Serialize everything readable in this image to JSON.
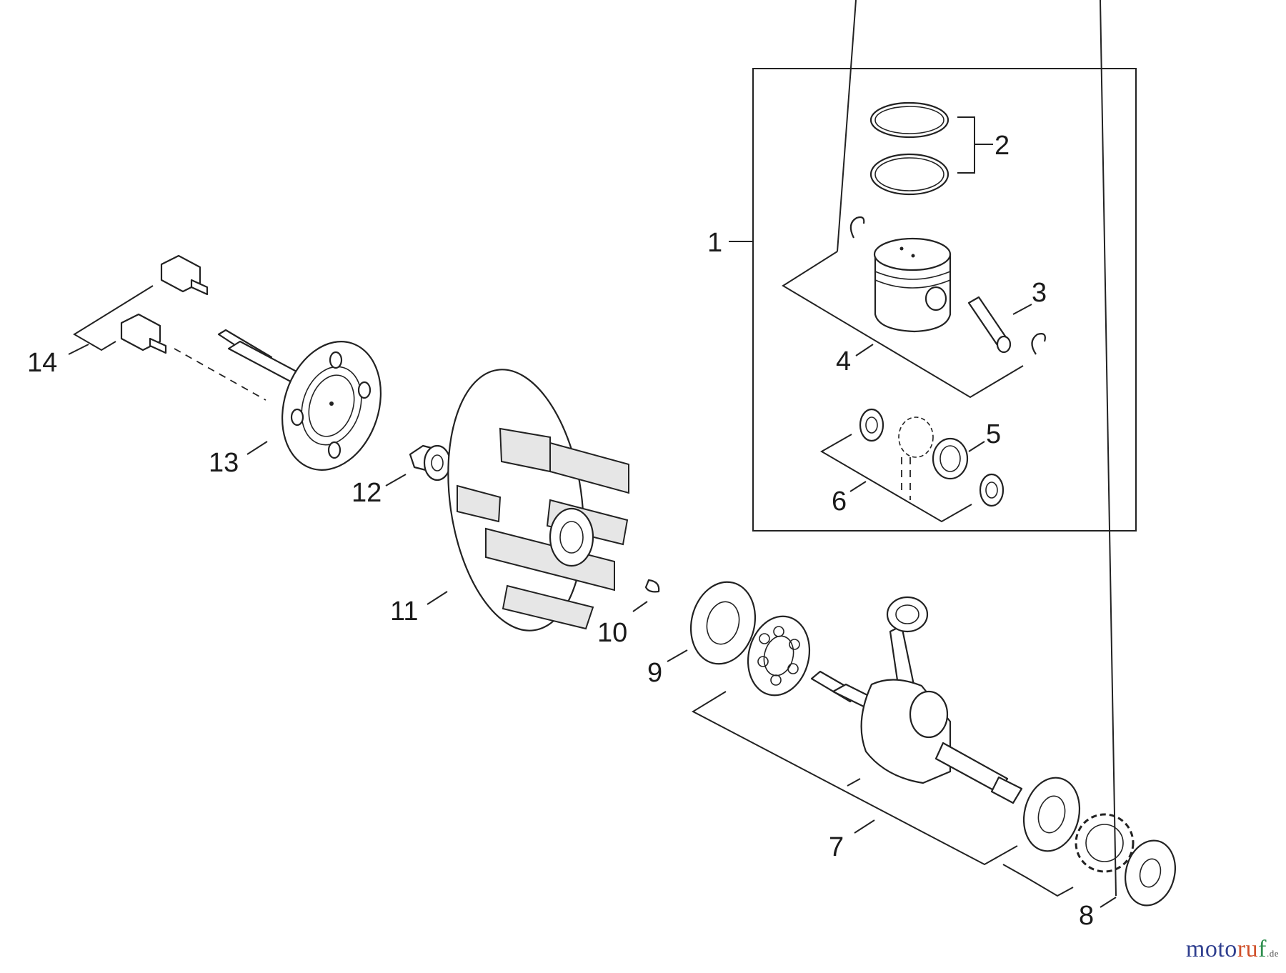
{
  "diagram": {
    "labels": {
      "p1": "1",
      "p2": "2",
      "p3": "3",
      "p4": "4",
      "p5": "5",
      "p6": "6",
      "p7": "7",
      "p8": "8",
      "p9": "9",
      "p10": "10",
      "p11": "11",
      "p12": "12",
      "p13": "13",
      "p14": "14"
    }
  },
  "watermark": {
    "part_a": "moto",
    "part_b": "ru",
    "part_c": "f",
    "tld": ".de"
  },
  "colors": {
    "line": "#222222",
    "watermark_blue": "#2f3f8f",
    "watermark_orange": "#d0502a",
    "watermark_green": "#2f8f4f"
  }
}
